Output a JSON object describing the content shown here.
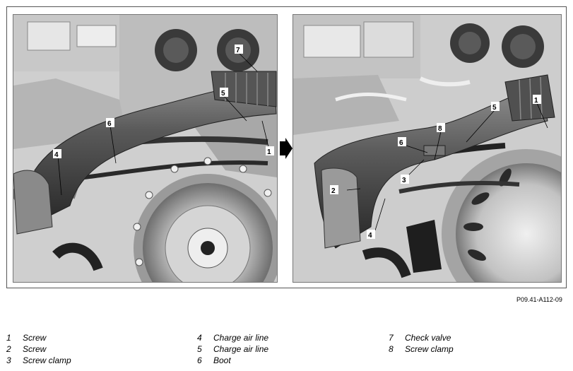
{
  "figure_ref": "P09.41-A112-09",
  "callouts_left": [
    "1",
    "4",
    "5",
    "6",
    "7"
  ],
  "callouts_right": [
    "1",
    "2",
    "3",
    "4",
    "5",
    "6",
    "8"
  ],
  "legend": [
    {
      "num": "1",
      "label": "Screw"
    },
    {
      "num": "2",
      "label": "Screw"
    },
    {
      "num": "3",
      "label": "Screw clamp"
    },
    {
      "num": "4",
      "label": "Charge air line"
    },
    {
      "num": "5",
      "label": "Charge air line"
    },
    {
      "num": "6",
      "label": "Boot"
    },
    {
      "num": "7",
      "label": "Check valve"
    },
    {
      "num": "8",
      "label": "Screw clamp"
    }
  ]
}
